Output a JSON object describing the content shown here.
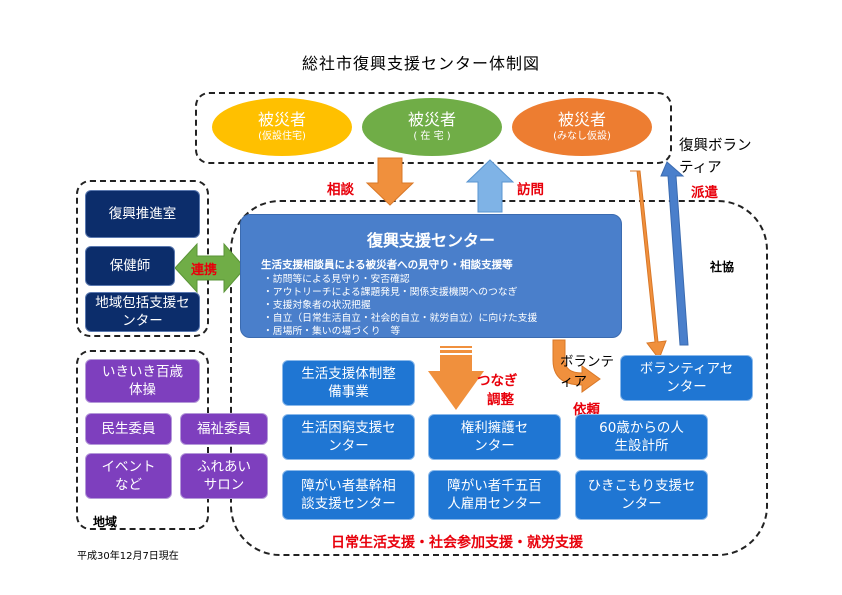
{
  "title": "総社市復興支援センター体制図",
  "victims": [
    {
      "main": "被災者",
      "sub": "(仮設住宅)"
    },
    {
      "main": "被災者",
      "sub": "( 在 宅 )"
    },
    {
      "main": "被災者",
      "sub": "(みなし仮設)"
    }
  ],
  "labels": {
    "soudan": "相談",
    "houmon": "訪問",
    "renkei": "連携",
    "haken": "派遣",
    "shakyo": "社協",
    "tsunagi": "つなぎ",
    "chousei": "調整",
    "irai": "依頼",
    "chiiki": "地域",
    "volunteer_req": "ボランティア",
    "fukkou_volunteer": "復興ボランティア"
  },
  "left_boxes": [
    "復興推進室",
    "保健師",
    "地域包括支援センター"
  ],
  "center": {
    "title": "復興支援センター",
    "subtitle": "生活支援相談員による被災者への見守り・相談支援等",
    "items": [
      "・訪問等による見守り・安否確認",
      "・アウトリーチによる課題発見・関係支援機関へのつなぎ",
      "・支援対象者の状況把握",
      "・自立（日常生活自立・社会的自立・就労自立）に向けた支援",
      "・居場所・集いの場づくり　等"
    ]
  },
  "community": {
    "ikiiki": "いきいき百歳体操",
    "minsei": "民生委員",
    "fukushi": "福祉委員",
    "event": "イベントなど",
    "fureai": "ふれあいサロン"
  },
  "services": {
    "seikatsu_taisei": "生活支援体制整備事業",
    "seikatsu_konkyu": "生活困窮支援センター",
    "shogai_kikan": "障がい者基幹相談支援センター",
    "kenri": "権利擁護センター",
    "shogai_koyo": "障がい者千五百人雇用センター",
    "volunteer_center": "ボランティアセンター",
    "rokujussai": "60歳からの人生設計所",
    "hikikomori": "ひきこもり支援センター"
  },
  "footer": "日常生活支援・社会参加支援・就労支援",
  "date": "平成30年12月7日現在",
  "colors": {
    "yellow": "#ffc000",
    "green": "#70ad47",
    "orange": "#ed7d31",
    "arrow_orange": "#f0903d",
    "arrow_blue": "#6fa8dc",
    "arrow_green": "#70ad47",
    "navy": "#0c2d6b",
    "purple": "#7e3fbe",
    "blue": "#1f76d3",
    "center_blue": "#4a7fcb",
    "red": "#e8000b"
  }
}
